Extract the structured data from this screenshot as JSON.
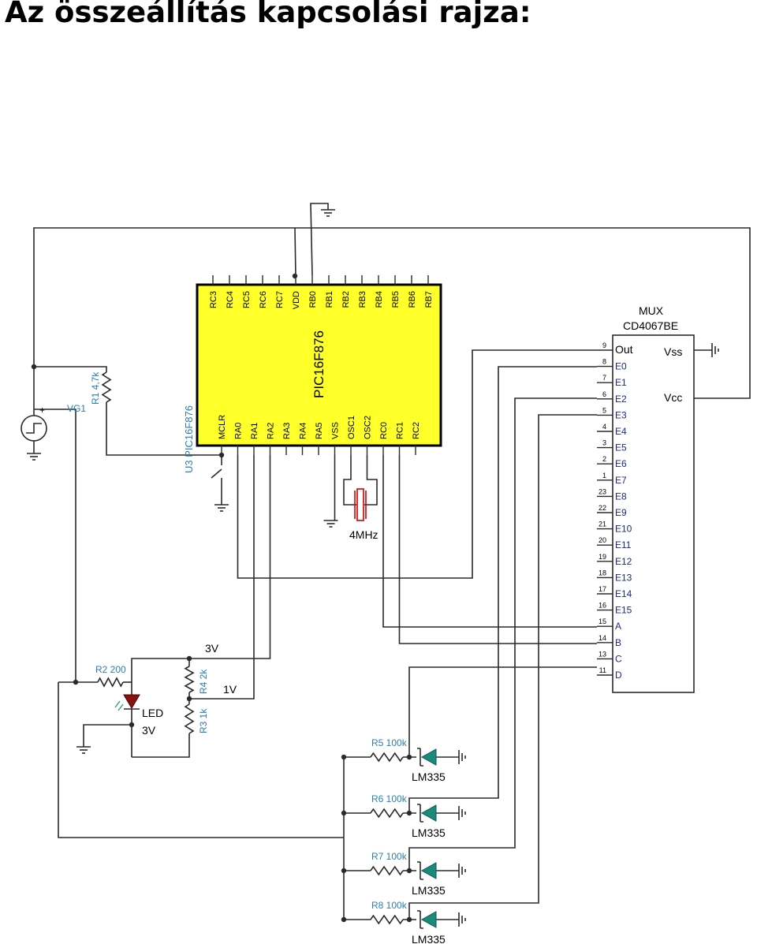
{
  "title": "Az összeállítás kapcsolási rajza:",
  "mcu": {
    "name": "PIC16F876",
    "ref": "U3 PIC16F876",
    "top_pins": [
      "RC3",
      "RC4",
      "RC5",
      "RC6",
      "RC7",
      "VDD",
      "RB0",
      "RB1",
      "RB2",
      "RB3",
      "RB4",
      "RB5",
      "RB6",
      "RB7"
    ],
    "bottom_pins": [
      "MCLR",
      "RA0",
      "RA1",
      "RA2",
      "RA3",
      "RA4",
      "RA5",
      "VSS",
      "OSC1",
      "OSC2",
      "RC0",
      "RC1",
      "RC2"
    ]
  },
  "mux": {
    "title": "MUX",
    "part": "CD4067BE",
    "pins": [
      {
        "num": "9",
        "label": "Out"
      },
      {
        "num": "8",
        "label": "E0"
      },
      {
        "num": "7",
        "label": "E1"
      },
      {
        "num": "6",
        "label": "E2"
      },
      {
        "num": "5",
        "label": "E3"
      },
      {
        "num": "4",
        "label": "E4"
      },
      {
        "num": "3",
        "label": "E5"
      },
      {
        "num": "2",
        "label": "E6"
      },
      {
        "num": "1",
        "label": "E7"
      },
      {
        "num": "23",
        "label": "E8"
      },
      {
        "num": "22",
        "label": "E9"
      },
      {
        "num": "21",
        "label": "E10"
      },
      {
        "num": "20",
        "label": "E11"
      },
      {
        "num": "19",
        "label": "E12"
      },
      {
        "num": "18",
        "label": "E13"
      },
      {
        "num": "17",
        "label": "E14"
      },
      {
        "num": "16",
        "label": "E15"
      },
      {
        "num": "15",
        "label": "A"
      },
      {
        "num": "14",
        "label": "B"
      },
      {
        "num": "13",
        "label": "C"
      },
      {
        "num": "11",
        "label": "D"
      }
    ],
    "vss": "Vss",
    "vcc": "Vcc"
  },
  "components": {
    "r1": "R1 4,7k",
    "vg1": "VG1",
    "sw": "SW-SPST",
    "r2": "R2 200",
    "led": "LED",
    "led_v": "3V",
    "r4": "R4 2k",
    "r3": "R3 1k",
    "v3": "3V",
    "v1": "1V",
    "crystal": "4MHz",
    "sensors": [
      {
        "resistor": "R5 100k",
        "part": "LM335"
      },
      {
        "resistor": "R6 100k",
        "part": "LM335"
      },
      {
        "resistor": "R7 100k",
        "part": "LM335"
      },
      {
        "resistor": "R8 100k",
        "part": "LM335"
      }
    ]
  }
}
